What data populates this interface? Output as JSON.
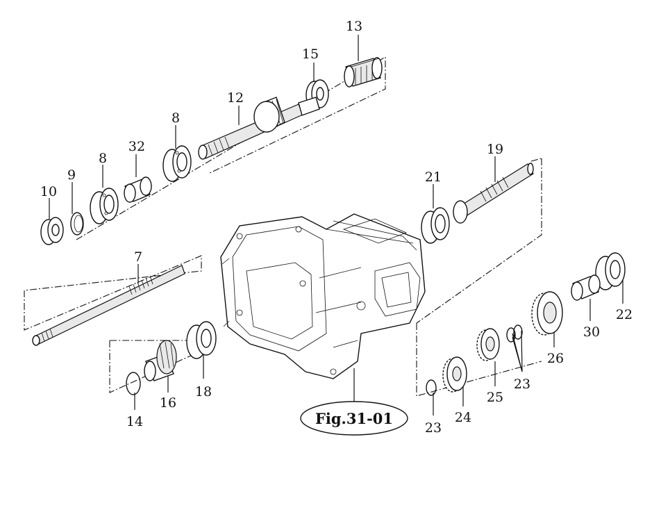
{
  "figure_ref": "Fig.31-01",
  "callouts": {
    "c13": "13",
    "c15": "15",
    "c12": "12",
    "c8a": "8",
    "c32": "32",
    "c8b": "8",
    "c9": "9",
    "c10": "10",
    "c7": "7",
    "c19": "19",
    "c21": "21",
    "c22": "22",
    "c30": "30",
    "c26": "26",
    "c23a": "23",
    "c25": "25",
    "c24": "24",
    "c23b": "23",
    "c14": "14",
    "c16": "16",
    "c18": "18"
  }
}
